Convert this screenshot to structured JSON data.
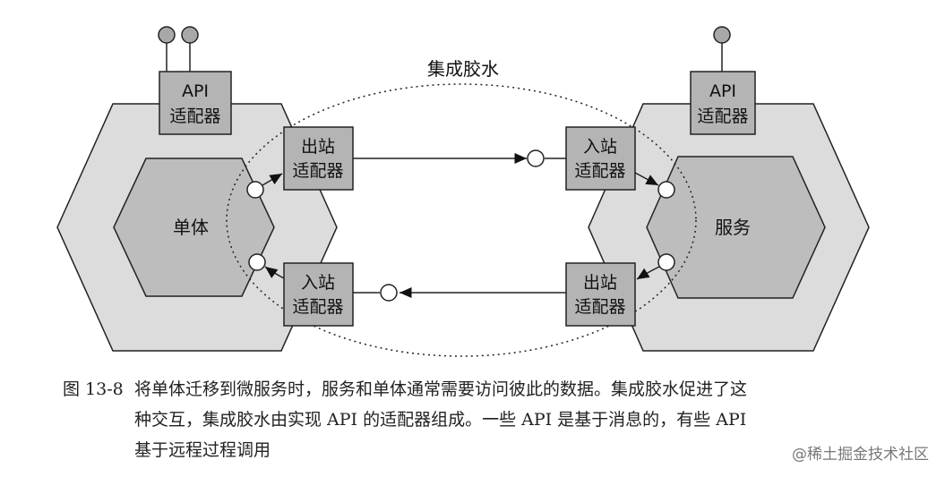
{
  "diagram": {
    "glue_label": "集成胶水",
    "monolith": {
      "label": "单体",
      "api_adapter": [
        "API",
        "适配器"
      ],
      "outbound_adapter": [
        "出站",
        "适配器"
      ],
      "inbound_adapter": [
        "入站",
        "适配器"
      ]
    },
    "service": {
      "label": "服务",
      "api_adapter": [
        "API",
        "适配器"
      ],
      "inbound_adapter": [
        "入站",
        "适配器"
      ],
      "outbound_adapter": [
        "出站",
        "适配器"
      ]
    },
    "colors": {
      "outer_hex": "#dcdcdc",
      "inner_hex": "#bdbdbd",
      "adapter_box": "#b4b4b4",
      "port": "#ffffff",
      "api_port": "#a8a8a8",
      "stroke": "#222222"
    }
  },
  "caption": {
    "figure_number": "图 13-8",
    "lines": [
      "将单体迁移到微服务时，服务和单体通常需要访问彼此的数据。集成胶水促进了这",
      "种交互，集成胶水由实现 API 的适配器组成。一些 API 是基于消息的，有些 API",
      "基于远程过程调用"
    ]
  },
  "watermark": "@稀土掘金技术社区"
}
